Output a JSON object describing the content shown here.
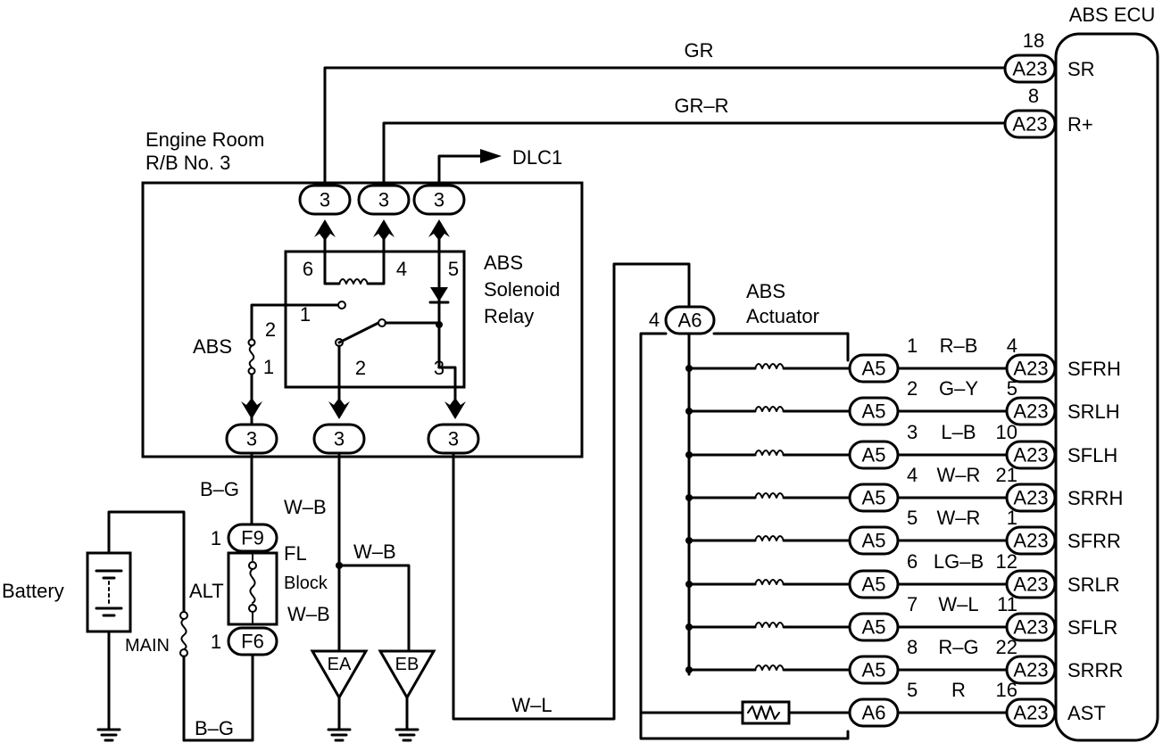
{
  "ecu": {
    "title": "ABS ECU",
    "pins": [
      "SR",
      "R+",
      "SFRH",
      "SRLH",
      "SFLH",
      "SRRH",
      "SFRR",
      "SRLR",
      "SFLR",
      "SRRR",
      "AST"
    ]
  },
  "relay_box": {
    "title_line1": "Engine Room",
    "title_line2": "R/B No. 3",
    "connector": "3",
    "relay_line1": "ABS",
    "relay_line2": "Solenoid",
    "relay_line3": "Relay",
    "fuse_label": "ABS",
    "pin_numbers": [
      "6",
      "4",
      "5",
      "1",
      "2",
      "1",
      "2",
      "3"
    ]
  },
  "outputs": {
    "dlc": "DLC1"
  },
  "top_wires": [
    {
      "color": "GR",
      "connector": "A23",
      "pin": "18"
    },
    {
      "color": "GR–R",
      "connector": "A23",
      "pin": "8"
    }
  ],
  "actuator": {
    "title_line1": "ABS",
    "title_line2": "Actuator",
    "input_connector": "A6",
    "input_pin": "4"
  },
  "solenoid_rows": [
    {
      "a_conn": "A5",
      "a_pin": "1",
      "color": "R–B",
      "e_pin": "4",
      "e_conn": "A23"
    },
    {
      "a_conn": "A5",
      "a_pin": "2",
      "color": "G–Y",
      "e_pin": "5",
      "e_conn": "A23"
    },
    {
      "a_conn": "A5",
      "a_pin": "3",
      "color": "L–B",
      "e_pin": "10",
      "e_conn": "A23"
    },
    {
      "a_conn": "A5",
      "a_pin": "4",
      "color": "W–R",
      "e_pin": "21",
      "e_conn": "A23"
    },
    {
      "a_conn": "A5",
      "a_pin": "5",
      "color": "W–R",
      "e_pin": "1",
      "e_conn": "A23"
    },
    {
      "a_conn": "A5",
      "a_pin": "6",
      "color": "LG–B",
      "e_pin": "12",
      "e_conn": "A23"
    },
    {
      "a_conn": "A5",
      "a_pin": "7",
      "color": "W–L",
      "e_pin": "11",
      "e_conn": "A23"
    },
    {
      "a_conn": "A5",
      "a_pin": "8",
      "color": "R–G",
      "e_pin": "22",
      "e_conn": "A23"
    },
    {
      "a_conn": "A6",
      "a_pin": "5",
      "color": "R",
      "e_pin": "16",
      "e_conn": "A23"
    }
  ],
  "lower_wires": {
    "bg_top": "B–G",
    "wb_1": "W–B",
    "wb_2": "W–B",
    "wb_3": "W–B",
    "wl": "W–L",
    "bg_bottom": "B–G"
  },
  "power": {
    "battery": "Battery",
    "alt": "ALT",
    "main": "MAIN",
    "fl_line1": "FL",
    "fl_line2": "Block",
    "f9": "F9",
    "f6": "F6",
    "f9_pin": "1",
    "f6_pin": "1"
  },
  "grounds": {
    "ea": "EA",
    "eb": "EB"
  }
}
